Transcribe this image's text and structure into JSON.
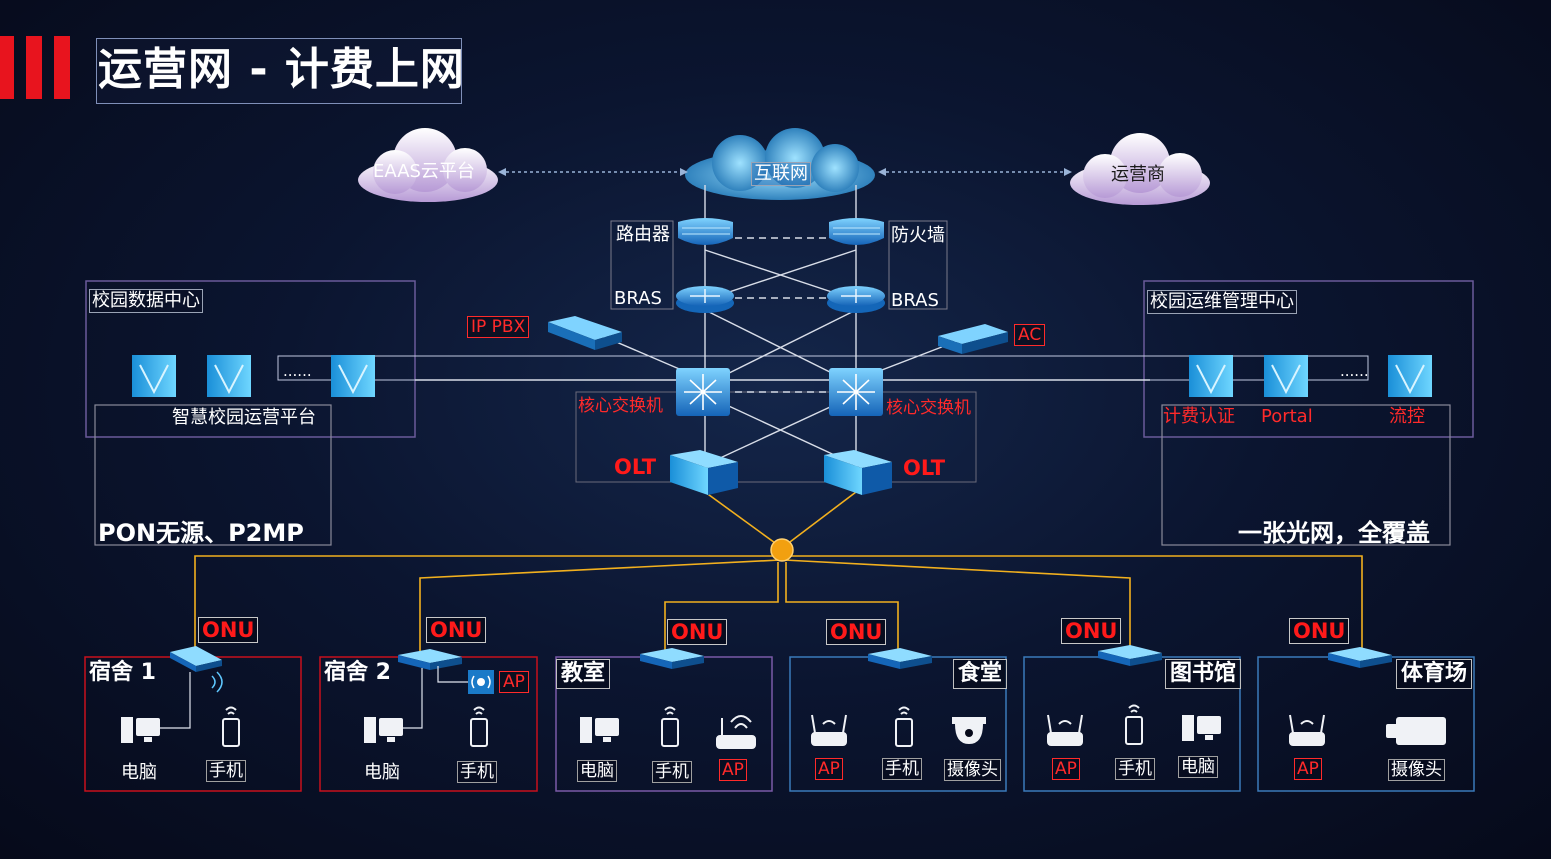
{
  "title": "运营网 - 计费上网",
  "clouds": {
    "eaas": "EAAS云平台",
    "internet": "互联网",
    "carrier": "运营商"
  },
  "core": {
    "router": "路由器",
    "firewall": "防火墙",
    "bras_left": "BRAS",
    "bras_right": "BRAS",
    "ippbx": "IP PBX",
    "ac": "AC",
    "core_switch_left": "核心交换机",
    "core_switch_right": "核心交换机",
    "olt_left": "OLT",
    "olt_right": "OLT"
  },
  "datacenter": {
    "title": "校园数据中心",
    "dots": "......",
    "platform": "智慧校园运营平台",
    "tagline": "PON无源、P2MP"
  },
  "ops": {
    "title": "校园运维管理中心",
    "dots": "......",
    "billing": "计费认证",
    "portal": "Portal",
    "flow": "流控",
    "tagline": "一张光网，全覆盖"
  },
  "onu_label": "ONU",
  "zones": [
    {
      "name": "宿舍 1",
      "devices": [
        "电脑",
        "手机"
      ]
    },
    {
      "name": "宿舍 2",
      "devices": [
        "电脑",
        "手机"
      ],
      "ap": "AP"
    },
    {
      "name": "教室",
      "devices": [
        "电脑",
        "手机",
        "AP"
      ]
    },
    {
      "name": "食堂",
      "devices": [
        "AP",
        "手机",
        "摄像头"
      ]
    },
    {
      "name": "图书馆",
      "devices": [
        "AP",
        "手机",
        "电脑"
      ]
    },
    {
      "name": "体育场",
      "devices": [
        "AP",
        "摄像头"
      ]
    }
  ],
  "colors": {
    "accent_red": "#ff1a1a",
    "fiber": "#f2b01e",
    "device_blue": "#2fa0e8"
  }
}
